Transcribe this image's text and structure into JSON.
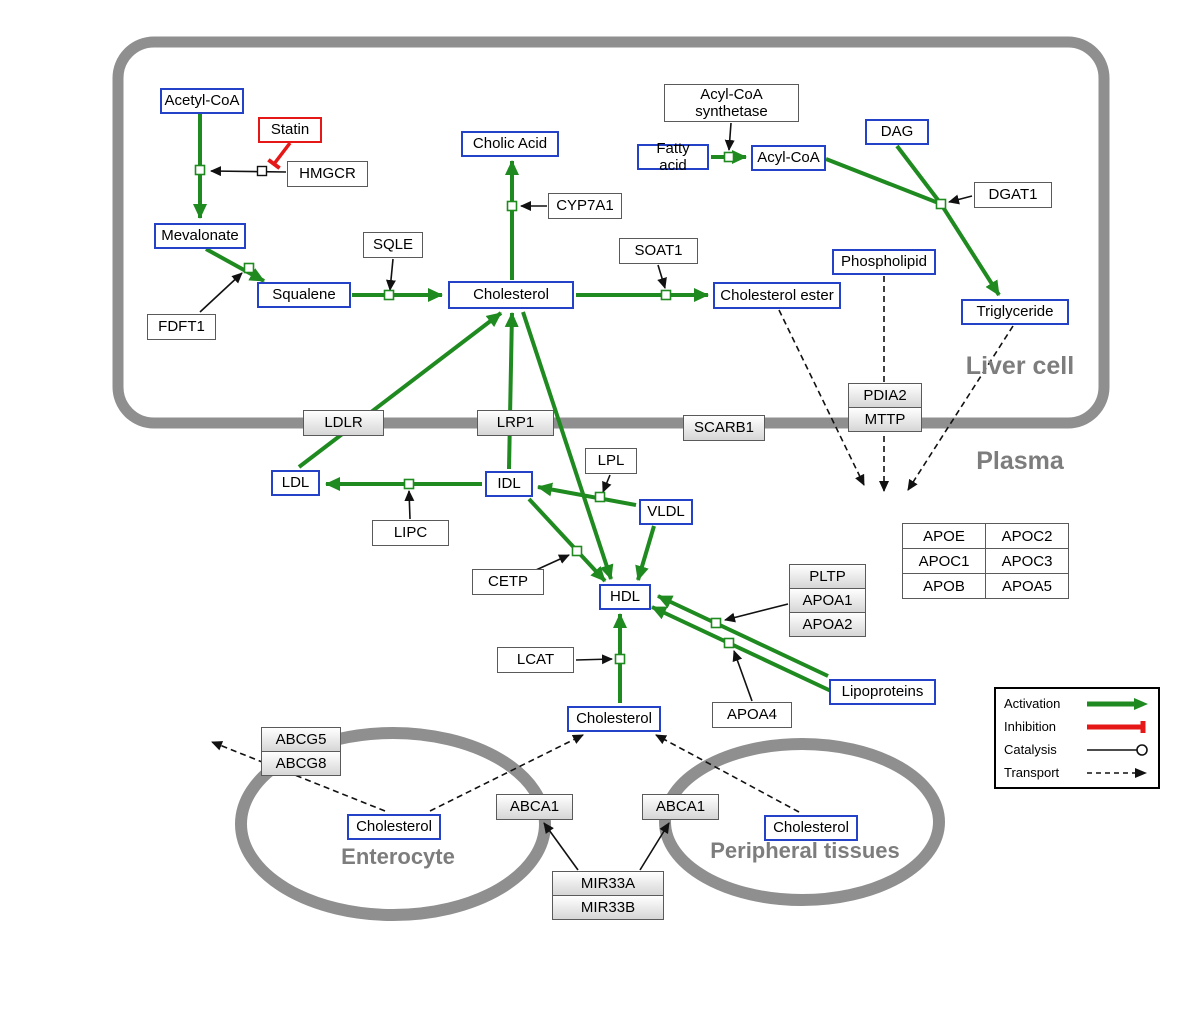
{
  "regions": {
    "liver": "Liver cell",
    "plasma": "Plasma",
    "enterocyte": "Enterocyte",
    "peripheral": "Peripheral tissues"
  },
  "nodes": {
    "acetyl_coa": "Acetyl-CoA",
    "statin": "Statin",
    "hmgcr": "HMGCR",
    "mevalonate": "Mevalonate",
    "fdft1": "FDFT1",
    "squalene": "Squalene",
    "sqle": "SQLE",
    "cholic_acid": "Cholic Acid",
    "cyp7a1": "CYP7A1",
    "cholesterol": "Cholesterol",
    "soat1": "SOAT1",
    "cholesterol_ester": "Cholesterol ester",
    "acyl_coa_synthetase": "Acyl-CoA synthetase",
    "fatty_acid": "Fatty acid",
    "acyl_coa": "Acyl-CoA",
    "dag": "DAG",
    "dgat1": "DGAT1",
    "phospholipid": "Phospholipid",
    "triglyceride": "Triglyceride",
    "ldlr": "LDLR",
    "lrp1": "LRP1",
    "scarb1": "SCARB1",
    "pdia2": "PDIA2",
    "mttp": "MTTP",
    "ldl": "LDL",
    "idl": "IDL",
    "lipc": "LIPC",
    "lpl": "LPL",
    "vldl": "VLDL",
    "cetp": "CETP",
    "hdl": "HDL",
    "lcat": "LCAT",
    "pltp": "PLTP",
    "apoa1": "APOA1",
    "apoa2": "APOA2",
    "apoa4": "APOA4",
    "lipoproteins": "Lipoproteins",
    "abcg5": "ABCG5",
    "abcg8": "ABCG8",
    "abca1": "ABCA1",
    "mir33a": "MIR33A",
    "mir33b": "MIR33B"
  },
  "apo_table": {
    "rows": [
      [
        "APOE",
        "APOC2"
      ],
      [
        "APOC1",
        "APOC3"
      ],
      [
        "APOB",
        "APOA5"
      ]
    ]
  },
  "legend": {
    "activation": "Activation",
    "inhibition": "Inhibition",
    "catalysis": "Catalysis",
    "transport": "Transport"
  },
  "colors": {
    "metabolite_border": "#2342c8",
    "inhibitor_border": "#e61717",
    "activation_green": "#1f8a1f",
    "inhibition_red": "#e61717",
    "membrane_gray": "#8f8f8f",
    "region_label_gray": "#7d7d7d"
  }
}
